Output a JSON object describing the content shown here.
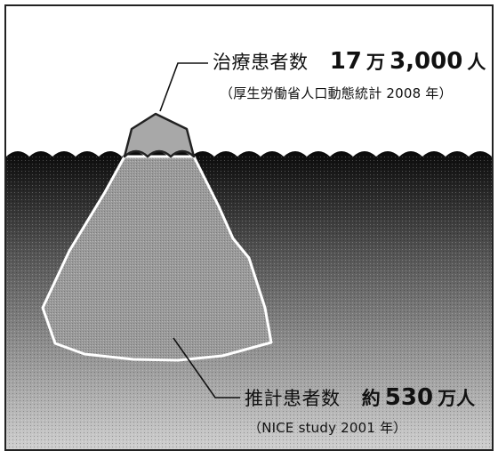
{
  "treated": {
    "label": "治療患者数",
    "count_number": "17",
    "count_unit1": "万",
    "count_number2": "3,000",
    "count_unit2": "人",
    "source": "（厚生労働省人口動態統計 2008 年）"
  },
  "estimated": {
    "label": "推計患者数",
    "prefix": "約",
    "count_number": "530",
    "count_unit": "万人",
    "source": "（NICE study 2001 年）"
  },
  "colors": {
    "frame": "#222222",
    "water_top": "#0a0a0a",
    "water_bottom": "#bdbdbd",
    "iceberg_fill": "#9a9a9a",
    "iceberg_outline": "#ffffff",
    "tip_fill": "#a8a8a8"
  }
}
